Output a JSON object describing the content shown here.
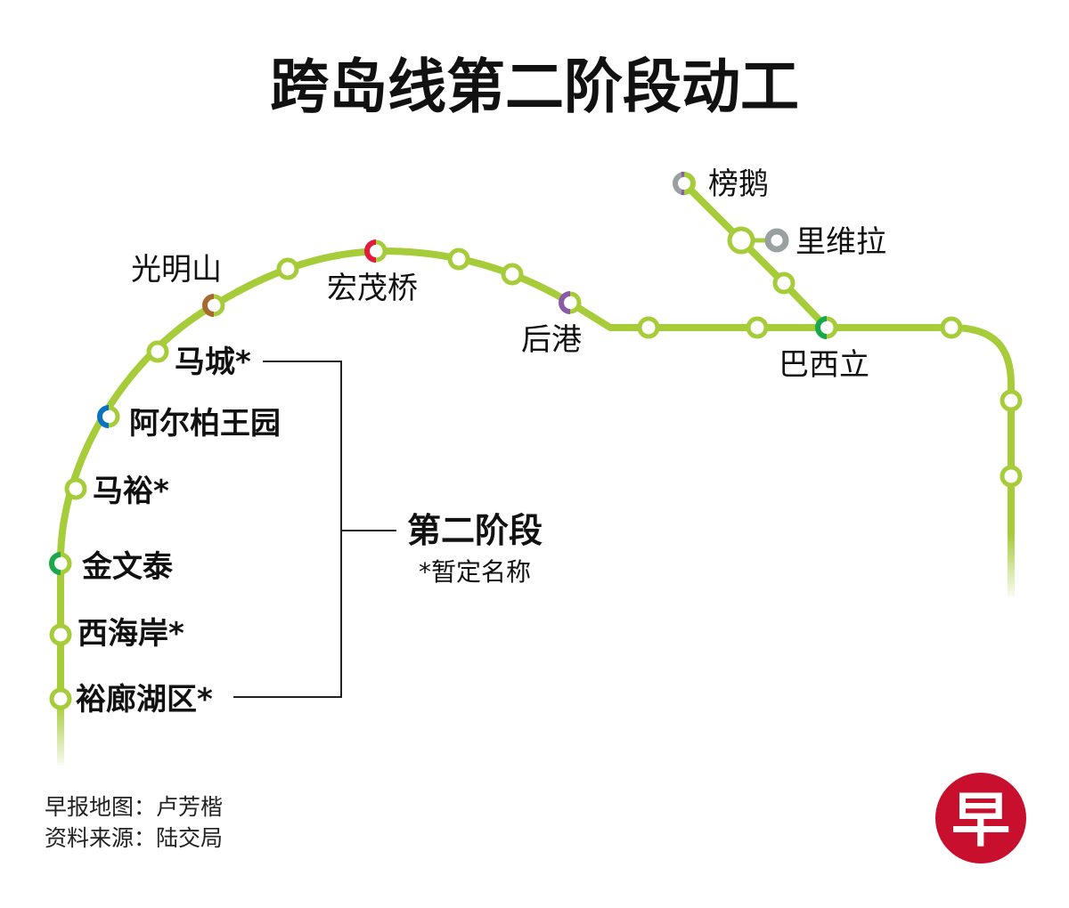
{
  "title": "跨岛线第二阶段动工",
  "colors": {
    "line": "#a6cc3a",
    "red": "#e31b3b",
    "brown": "#a8692e",
    "purple": "#8a5aa8",
    "blue": "#0a72c0",
    "green": "#1aa84b",
    "grey": "#9aa0a0",
    "logo": "#c8102e"
  },
  "stations": {
    "punggol": "榜鹅",
    "riviera": "里维拉",
    "pasir_ris": "巴西立",
    "hougang": "后港",
    "ang_mo_kio": "宏茂桥",
    "bright_hill": "光明山",
    "ma_cheng": "马城*",
    "king_albert_park": "阿尔柏王园",
    "ma_yu": "马裕*",
    "clementi": "金文泰",
    "west_coast": "西海岸*",
    "jurong_lake": "裕廊湖区*"
  },
  "legend": {
    "phase": "第二阶段",
    "note": "*暂定名称"
  },
  "credits": {
    "map": "早报地图：卢芳楷",
    "source": "资料来源：陆交局"
  },
  "logo": "早"
}
